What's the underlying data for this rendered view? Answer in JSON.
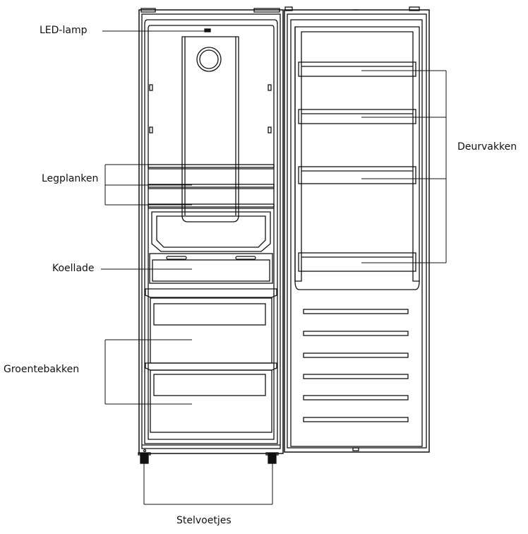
{
  "labels": {
    "led_lamp": "LED-lamp",
    "legplanken": "Legplanken",
    "koellade": "Koellade",
    "groentebakken": "Groentebakken",
    "deurvakken": "Deurvakken",
    "stelvoetjes": "Stelvoetjes"
  },
  "colors": {
    "line": "#111111",
    "background": "#ffffff"
  }
}
